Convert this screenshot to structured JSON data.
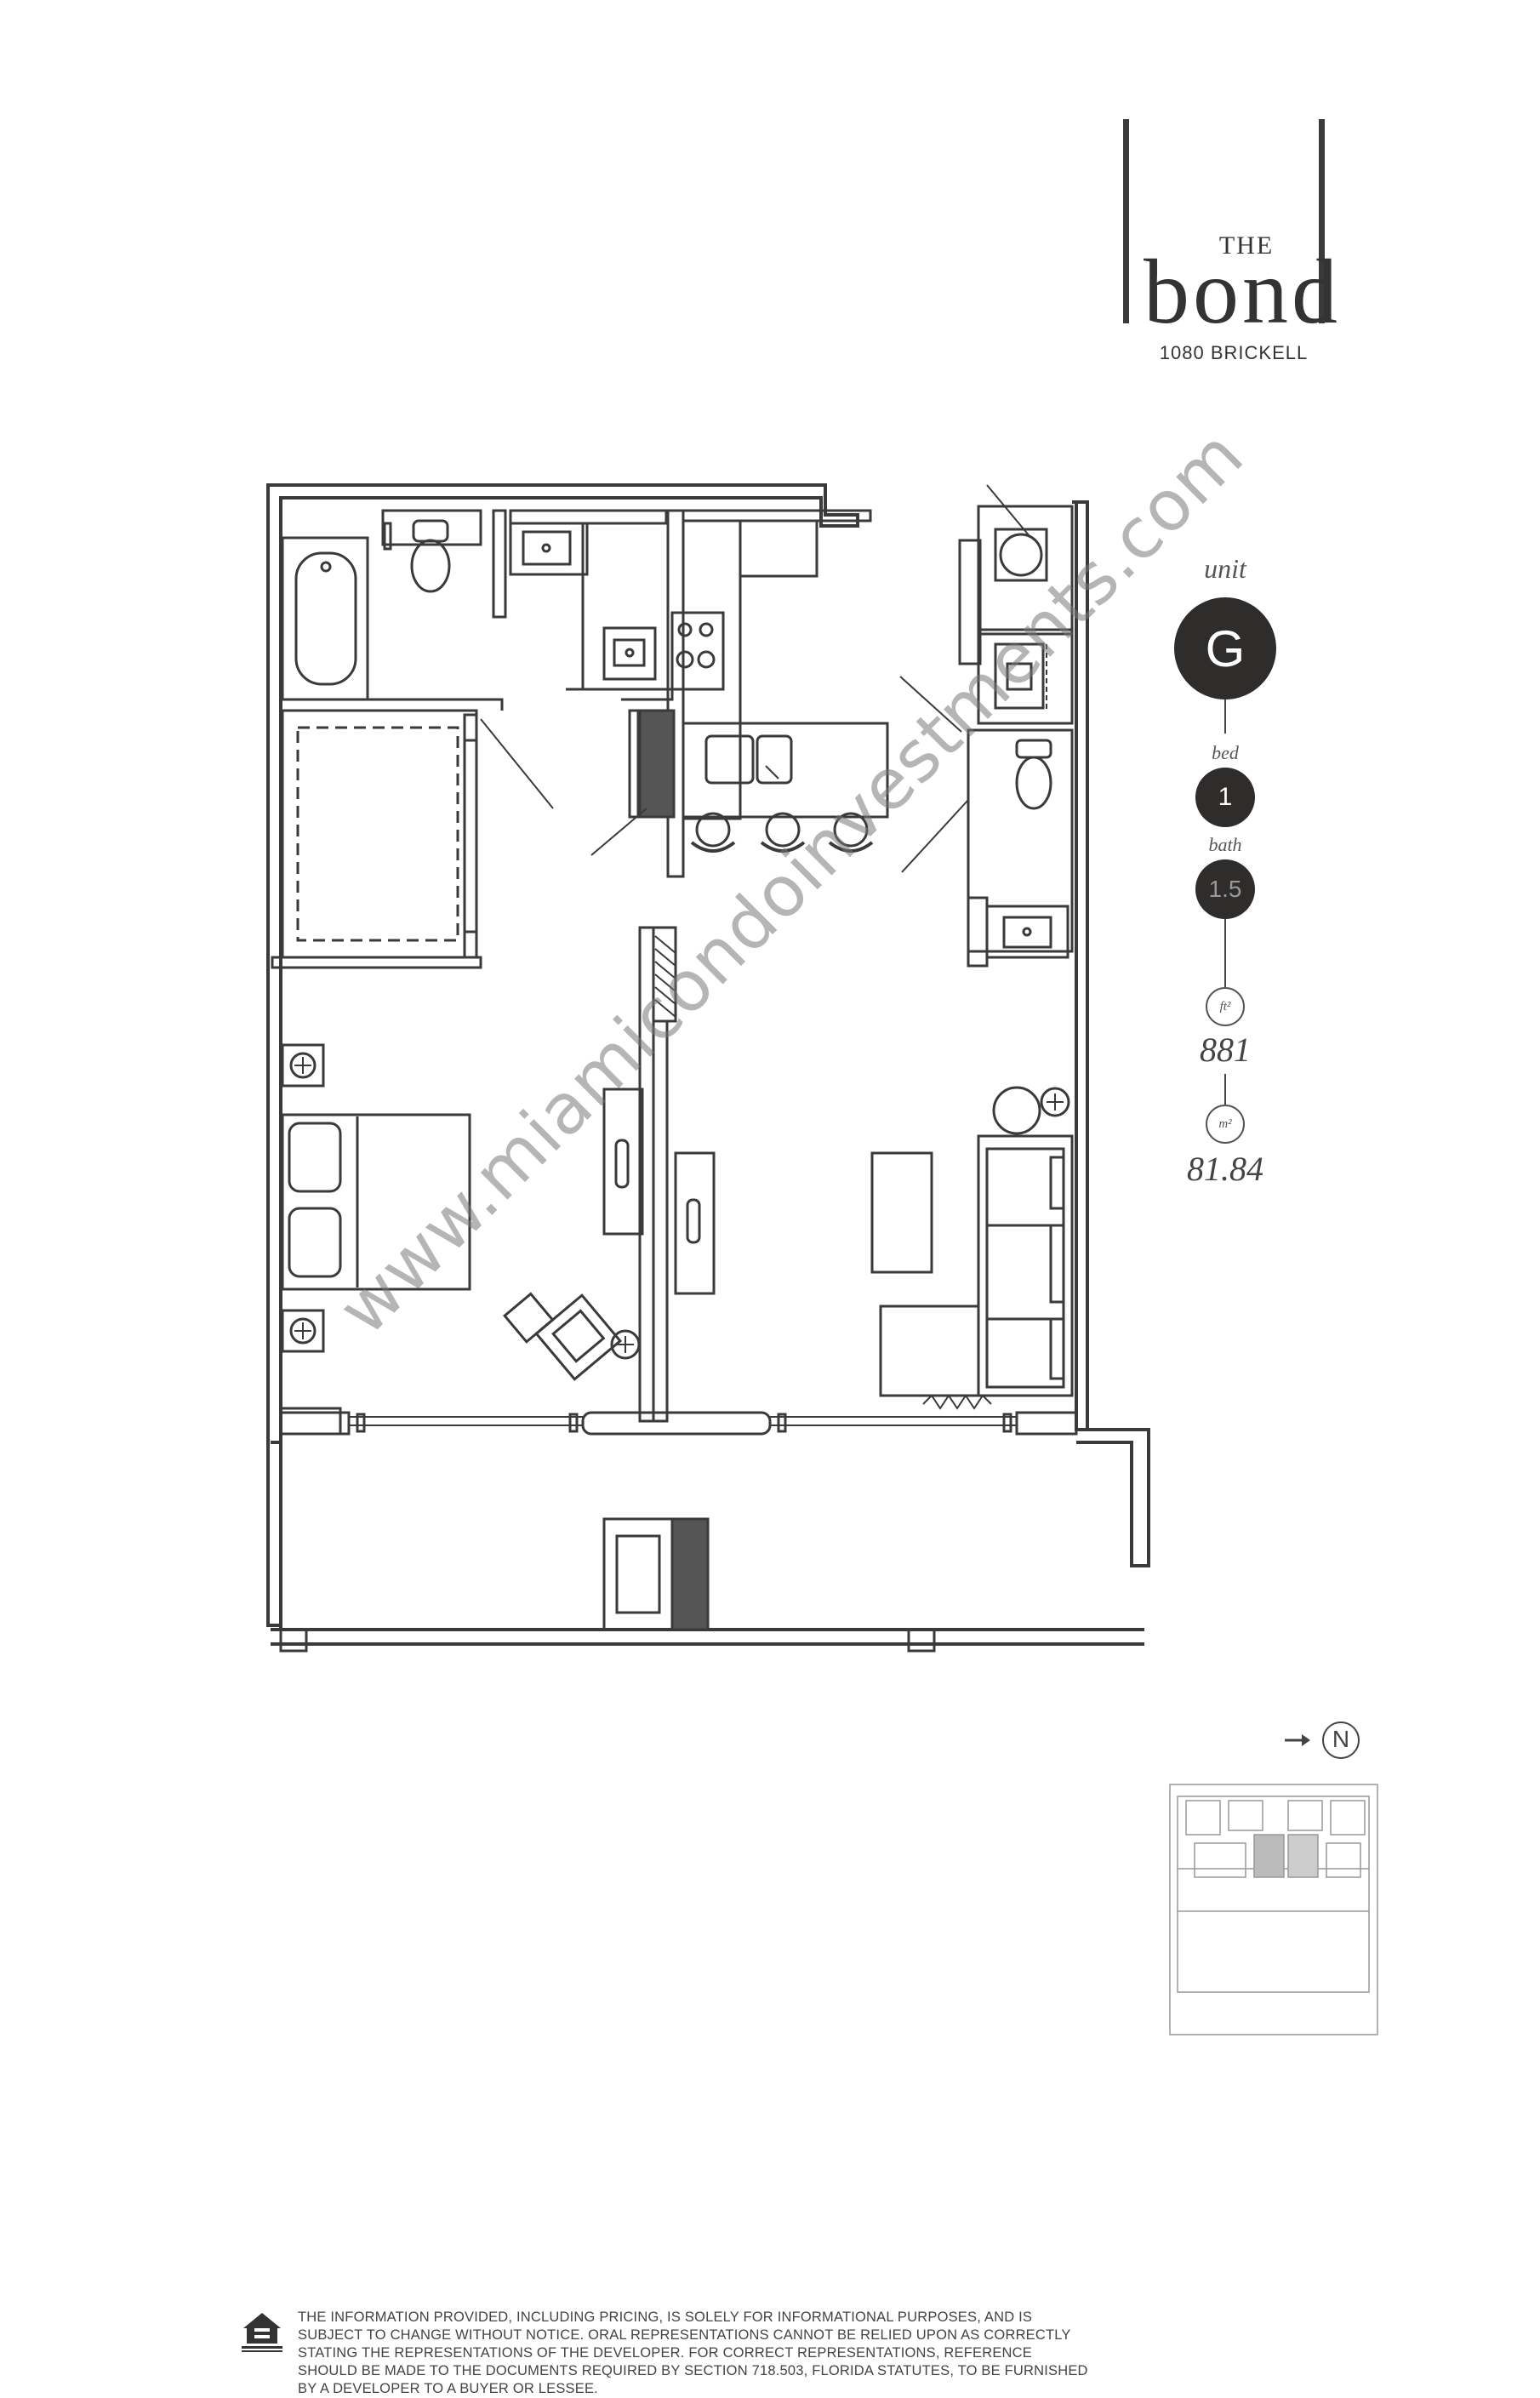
{
  "brand": {
    "the": "THE",
    "wordmark": "bond",
    "address": "1080 BRICKELL"
  },
  "unit": {
    "unit_label": "unit",
    "unit_letter": "G",
    "bed_label": "bed",
    "bed_count": "1",
    "bath_label": "bath",
    "bath_count": "1.5",
    "sqft_unit": "ft²",
    "sqft_value": "881",
    "sqm_unit": "m²",
    "sqm_value": "81.84"
  },
  "watermark": "www.miamicondoinvestments.com",
  "north_label": "N",
  "disclaimer": "THE INFORMATION PROVIDED, INCLUDING PRICING, IS SOLELY FOR INFORMATIONAL PURPOSES, AND IS SUBJECT TO CHANGE WITHOUT NOTICE. ORAL REPRESENTATIONS CANNOT BE RELIED UPON AS CORRECTLY STATING THE REPRESENTATIONS OF THE DEVELOPER. FOR CORRECT REPRESENTATIONS, REFERENCE SHOULD BE MADE TO THE DOCUMENTS REQUIRED BY SECTION 718.503, FLORIDA STATUTES, TO BE FURNISHED BY A DEVELOPER TO A BUYER OR LESSEE.",
  "eho_logo_text": "EQUAL HOUSING OPPORTUNITY",
  "colors": {
    "ink": "#3a3a3a",
    "dark_fill": "#2f2c2c",
    "wall_fill": "#ffffff",
    "gray_fill": "#555555"
  }
}
